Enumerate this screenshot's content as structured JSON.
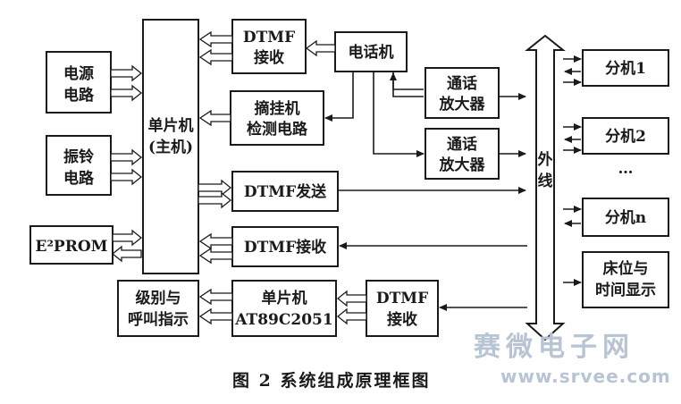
{
  "blocks": {
    "power": [
      "电源",
      "电路"
    ],
    "ringer": [
      "振铃",
      "电路"
    ],
    "eeprom": "E²PROM",
    "mcu_main": [
      "单片机",
      "(主机)"
    ],
    "dtmf_rx_top": [
      "DTMF",
      "接收"
    ],
    "phone": "电话机",
    "hook_detect": [
      "摘挂机",
      "检测电路"
    ],
    "dtmf_send": "DTMF发送",
    "dtmf_rx_mid": "DTMF接收",
    "amp1": [
      "通话",
      "放大器"
    ],
    "amp2": [
      "通话",
      "放大器"
    ],
    "bus": [
      "外",
      "线"
    ],
    "ext1": "分机1",
    "ext2": "分机2",
    "ellipsis": "…",
    "extn": "分机n",
    "bed_time": [
      "床位与",
      "时间显示"
    ],
    "level_call": [
      "级别与",
      "呼叫指示"
    ],
    "mcu_sub": [
      "单片机",
      "AT89C2051"
    ],
    "dtmf_rx_bot": [
      "DTMF",
      "接收"
    ]
  },
  "caption": "图 2    系统组成原理框图",
  "watermark": {
    "site_cn": "赛微电子网",
    "url": "www.srvee.com"
  }
}
